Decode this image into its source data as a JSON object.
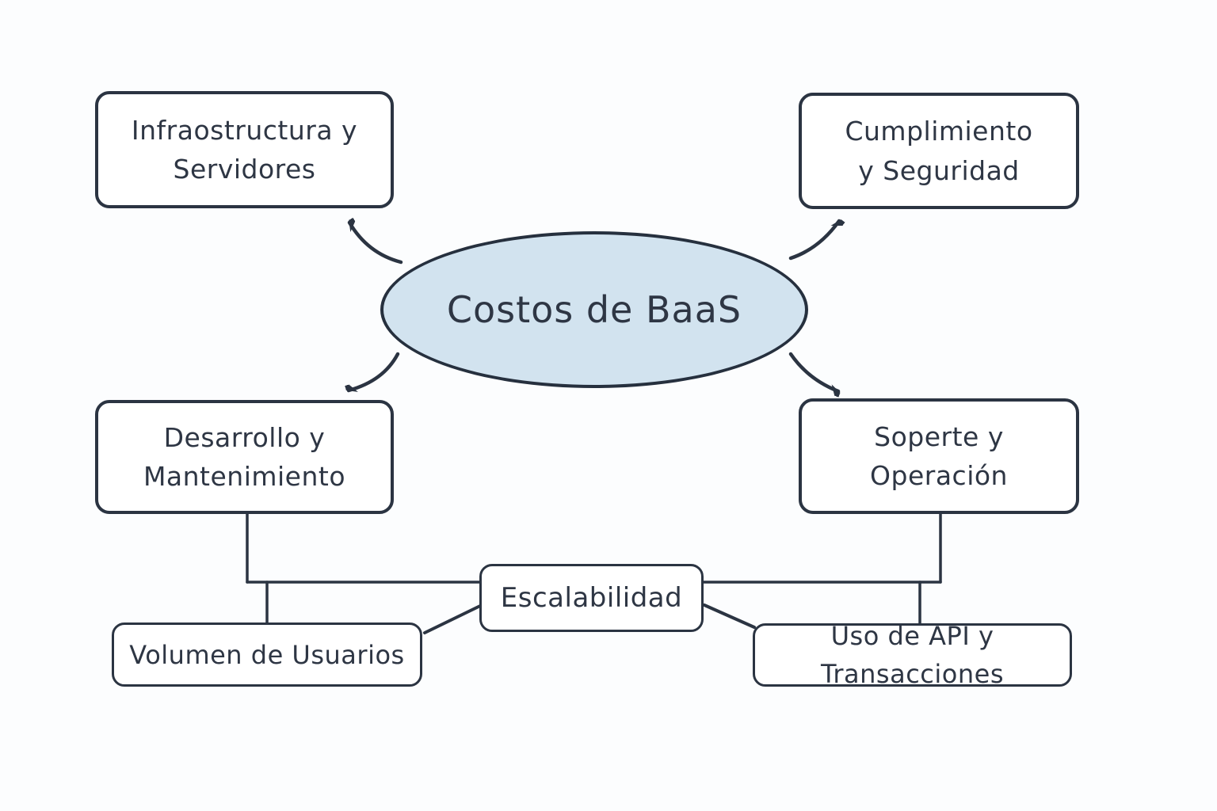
{
  "diagram": {
    "center": {
      "label": "Costos de BaaS"
    },
    "nodes": {
      "infraestructura": {
        "line1": "Infraostructura y",
        "line2": "Servidores"
      },
      "cumplimiento": {
        "line1": "Cumplimiento",
        "line2": "y Seguridad"
      },
      "desarrollo": {
        "line1": "Desarrollo y",
        "line2": "Mantenimiento"
      },
      "soporte": {
        "line1": "Soperte y",
        "line2": "Operación"
      },
      "escalabilidad": {
        "label": "Escalabilidad"
      },
      "volumen": {
        "label": "Volumen de Usuarios"
      },
      "uso_api": {
        "label": "Uso de API y Transacciones"
      }
    },
    "colors": {
      "background": "#fcfdfe",
      "stroke": "#2b3442",
      "center_fill": "#d2e3ef",
      "text": "#2e3644"
    }
  }
}
